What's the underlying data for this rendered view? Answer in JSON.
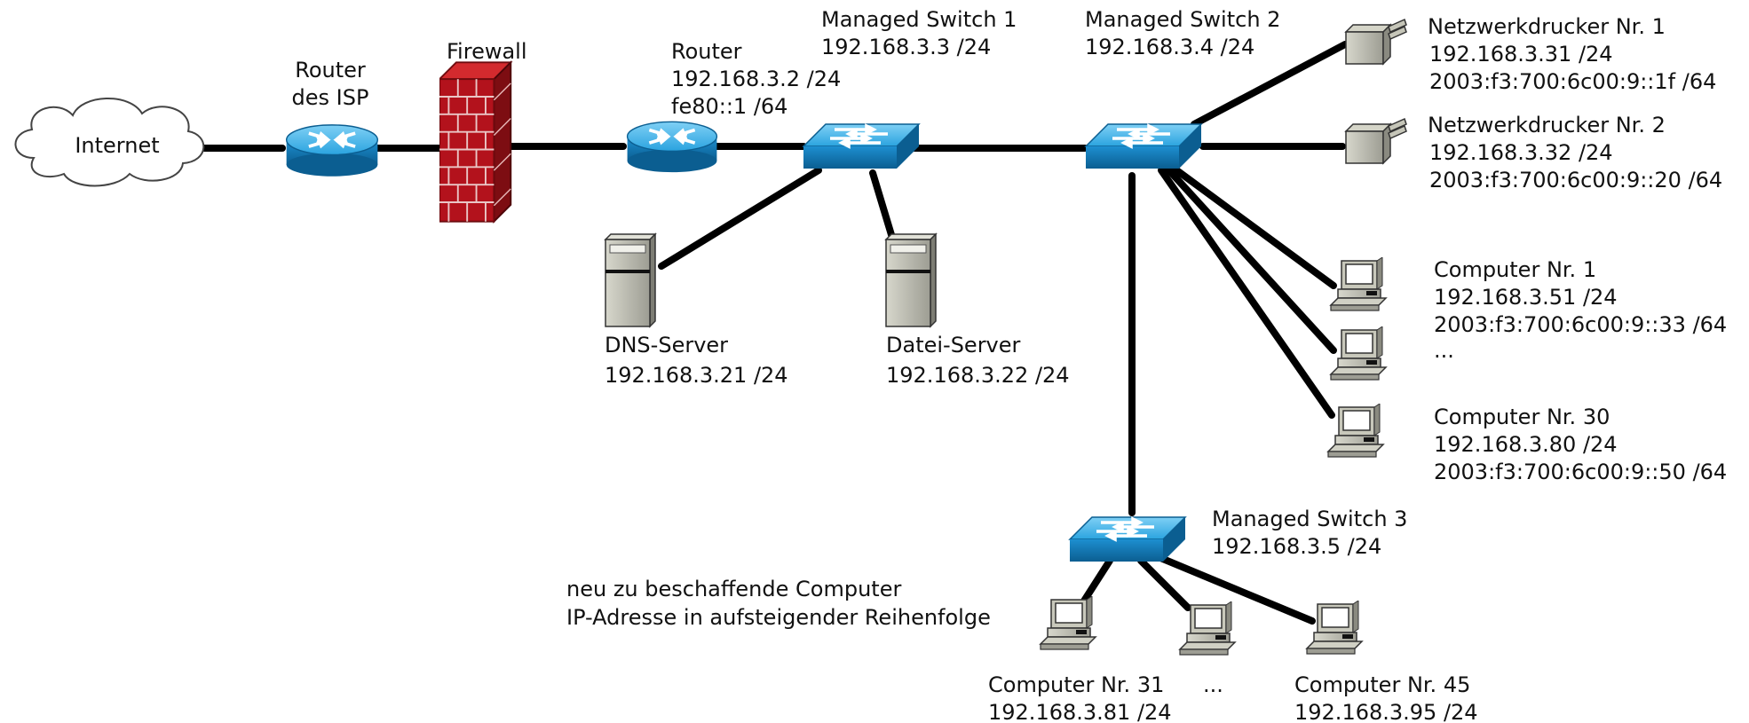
{
  "labels": {
    "internet": "Internet",
    "router_isp_1": "Router",
    "router_isp_2": "des ISP",
    "firewall": "Firewall",
    "router": "Router",
    "router_ip4": "192.168.3.2 /24",
    "router_ip6": "fe80::1 /64",
    "switch1": "Managed Switch 1",
    "switch1_ip": "192.168.3.3 /24",
    "switch2": "Managed Switch 2",
    "switch2_ip": "192.168.3.4 /24",
    "switch3": "Managed Switch 3",
    "switch3_ip": "192.168.3.5 /24",
    "dns_server": "DNS-Server",
    "dns_ip": "192.168.3.21 /24",
    "file_server": "Datei-Server",
    "file_ip": "192.168.3.22 /24",
    "printer1": "Netzwerkdrucker Nr. 1",
    "printer1_ip4": "192.168.3.31 /24",
    "printer1_ip6": "2003:f3:700:6c00:9::1f /64",
    "printer2": "Netzwerkdrucker Nr. 2",
    "printer2_ip4": "192.168.3.32 /24",
    "printer2_ip6": "2003:f3:700:6c00:9::20 /64",
    "computer1": "Computer Nr. 1",
    "computer1_ip4": "192.168.3.51 /24",
    "computer1_ip6": "2003:f3:700:6c00:9::33 /64",
    "ellipsis_right": "...",
    "computer30": "Computer Nr. 30",
    "computer30_ip4": "192.168.3.80 /24",
    "computer30_ip6": "2003:f3:700:6c00:9::50 /64",
    "new_note_1": "neu zu beschaffende Computer",
    "new_note_2": "IP-Adresse in aufsteigender Reihenfolge",
    "computer31": "Computer Nr. 31",
    "computer31_ip4": "192.168.3.81 /24",
    "ellipsis_bottom": "...",
    "computer45": "Computer Nr. 45",
    "computer45_ip4": "192.168.3.95 /24"
  },
  "colors": {
    "link": "#000000",
    "device_blue": "#1d8fd0",
    "device_blue_dark": "#0b5e91",
    "firewall_red": "#b3121c",
    "server_gray": "#b8b8ae",
    "cloud_fill": "#ffffff"
  },
  "icons": {
    "cloud": "cloud-icon",
    "router": "router-icon",
    "firewall": "firewall-icon",
    "switch": "switch-icon",
    "server": "server-icon",
    "printer": "printer-icon",
    "computer": "computer-icon"
  }
}
